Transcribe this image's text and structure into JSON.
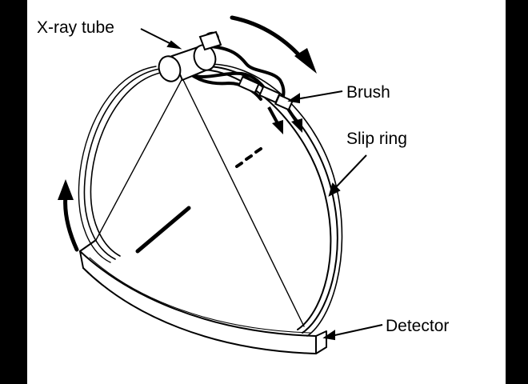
{
  "diagram": {
    "labels": {
      "xray_tube": "X-ray tube",
      "brush": "Brush",
      "slip_ring": "Slip ring",
      "detector": "Detector"
    },
    "colors": {
      "ink": "#000000",
      "paper": "#ffffff",
      "border": "#000000"
    }
  }
}
